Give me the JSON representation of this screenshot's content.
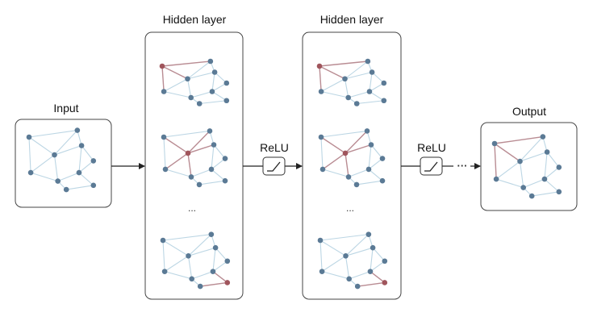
{
  "labels": {
    "input": "Input",
    "hidden1": "Hidden layer",
    "hidden2": "Hidden layer",
    "relu1": "ReLU",
    "relu2": "ReLU",
    "output": "Output",
    "ellipsis_h1": "...",
    "ellipsis_h2": "...",
    "ellipsis_flow": "···"
  },
  "colors": {
    "node": "#5b7a95",
    "node_highlight": "#a0555c",
    "edge": "#bcd6e4",
    "edge_highlight": "#b98c93",
    "box_border": "#444444",
    "arrow": "#222222"
  },
  "icons": {
    "activation": "relu-icon"
  }
}
